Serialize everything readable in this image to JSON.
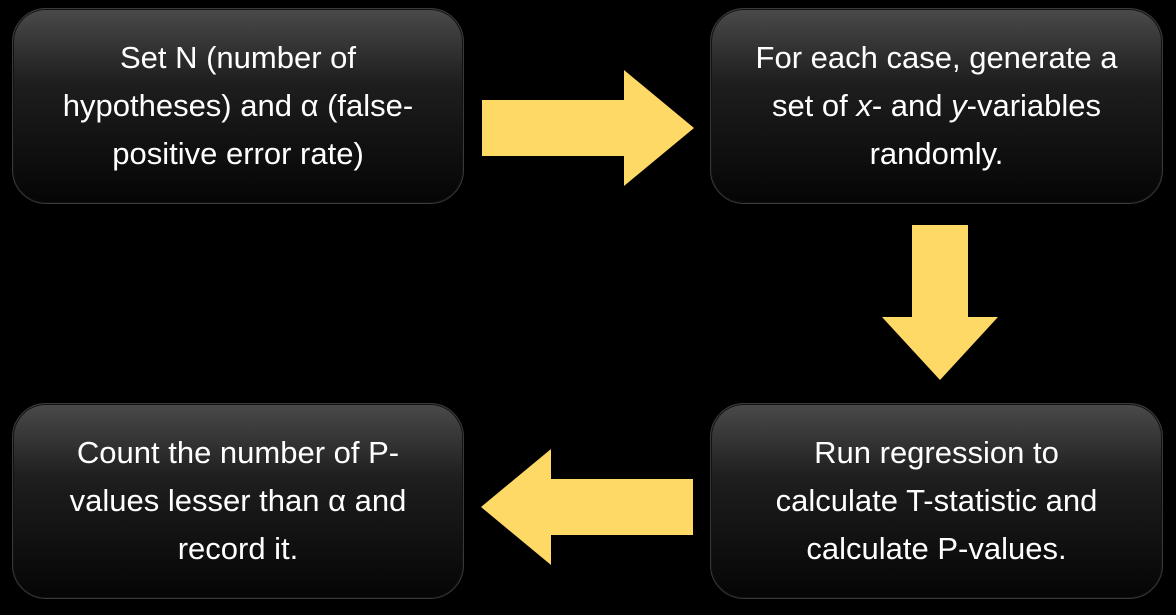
{
  "colors": {
    "arrow": "#FFD966",
    "box_top": "#4a4a4a",
    "box_bottom": "#050505",
    "text": "#ffffff",
    "background": "#000000"
  },
  "steps": [
    {
      "text_parts": [
        {
          "t": "Set N (number of\nhypotheses) and α (false-\npositive error rate)"
        }
      ]
    },
    {
      "text_parts": [
        {
          "t": "For each case, generate a\nset of "
        },
        {
          "t": "x",
          "italic": true
        },
        {
          "t": "- and "
        },
        {
          "t": "y",
          "italic": true
        },
        {
          "t": "-variables\nrandomly."
        }
      ]
    },
    {
      "text_parts": [
        {
          "t": "Run regression to\ncalculate T-statistic and\ncalculate P-values."
        }
      ]
    },
    {
      "text_parts": [
        {
          "t": "Count the number of P-\nvalues lesser than α and\nrecord it."
        }
      ]
    }
  ],
  "arrows": [
    {
      "from": "step-1",
      "to": "step-2",
      "direction": "right"
    },
    {
      "from": "step-2",
      "to": "step-3",
      "direction": "down"
    },
    {
      "from": "step-3",
      "to": "step-4",
      "direction": "left"
    }
  ]
}
